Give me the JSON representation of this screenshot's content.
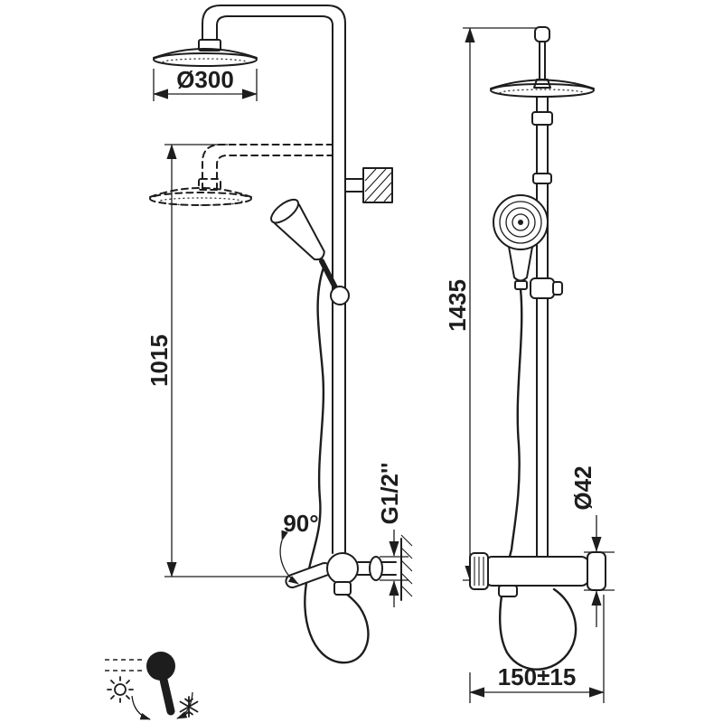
{
  "drawing": {
    "labels": {
      "head_diameter": "Ø300",
      "height_adjustable": "1015",
      "angle": "90°",
      "thread": "G1/2''",
      "total_height": "1435",
      "cartridge_diameter": "Ø42",
      "wall_distance": "150±15"
    },
    "icons": {
      "hot": "sun-icon",
      "cold": "snowflake-icon",
      "mixer": "mixer-lever-icon"
    },
    "colors": {
      "stroke": "#1d1d1d",
      "background": "#ffffff"
    }
  }
}
